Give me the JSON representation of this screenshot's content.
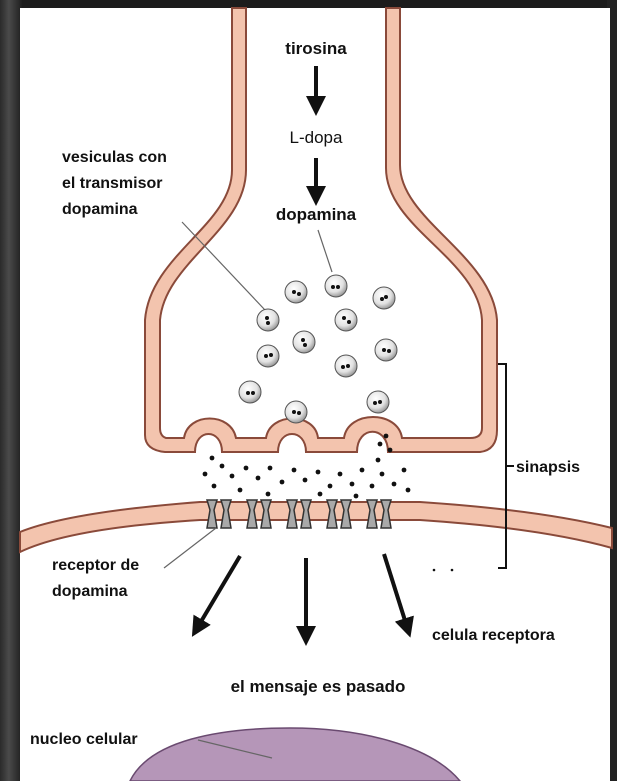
{
  "labels": {
    "tirosina": "tirosina",
    "ldopa": "L-dopa",
    "dopamina": "dopamina",
    "vesiculas_line1": "vesiculas con",
    "vesiculas_line2": "el transmisor",
    "vesiculas_line3": "dopamina",
    "sinapsis": "sinapsis",
    "receptor_line1": "receptor de",
    "receptor_line2": "dopamina",
    "celula_receptora": "celula receptora",
    "mensaje": "el mensaje es pasado",
    "nucleo": "nucleo celular"
  },
  "colors": {
    "membrane_fill": "#f3c4ae",
    "membrane_stroke": "#8a4a3a",
    "nucleus": "#b596b8",
    "receptor": "#a9a9a9",
    "background": "#ffffff"
  }
}
